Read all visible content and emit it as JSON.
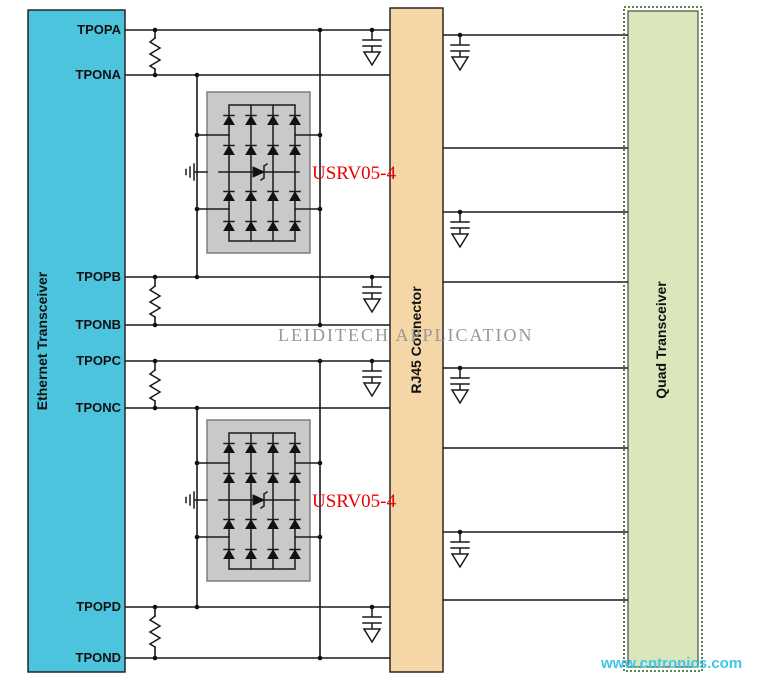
{
  "colors": {
    "eth": "#4dc4de",
    "rj45": "#f5d6a7",
    "quad": "#d9e7ba",
    "quadborder": "#3c7a28",
    "tvs": "#c9c9c9",
    "part": "#ee0000",
    "wm": "#989898",
    "site": "#3fc6e9"
  },
  "ethernet_transceiver": {
    "label": "Ethernet Transceiver",
    "pins": [
      "TPOPA",
      "TPONA",
      "TPOPB",
      "TPONB",
      "TPOPC",
      "TPONC",
      "TPOPD",
      "TPOND"
    ]
  },
  "rj45": {
    "label": "RJ45 Connector"
  },
  "quad_transceiver": {
    "label": "Quad Transceiver"
  },
  "tvs_top": {
    "label": "USRV05-4"
  },
  "tvs_bottom": {
    "label": "USRV05-4"
  },
  "watermarks": {
    "center": "LEIDITECH APPLICATION",
    "site": "www.cntronics.com"
  },
  "icons": {
    "resistor": "vertical zigzag resistor",
    "capacitor-ground": "capacitor plates with open triangle chassis ground",
    "earth-ground": "three-bar earth ground",
    "diode": "filled triangle with cathode bar",
    "zener-diode": "filled triangle with hooked cathode bar",
    "junction": "solder junction dot"
  }
}
